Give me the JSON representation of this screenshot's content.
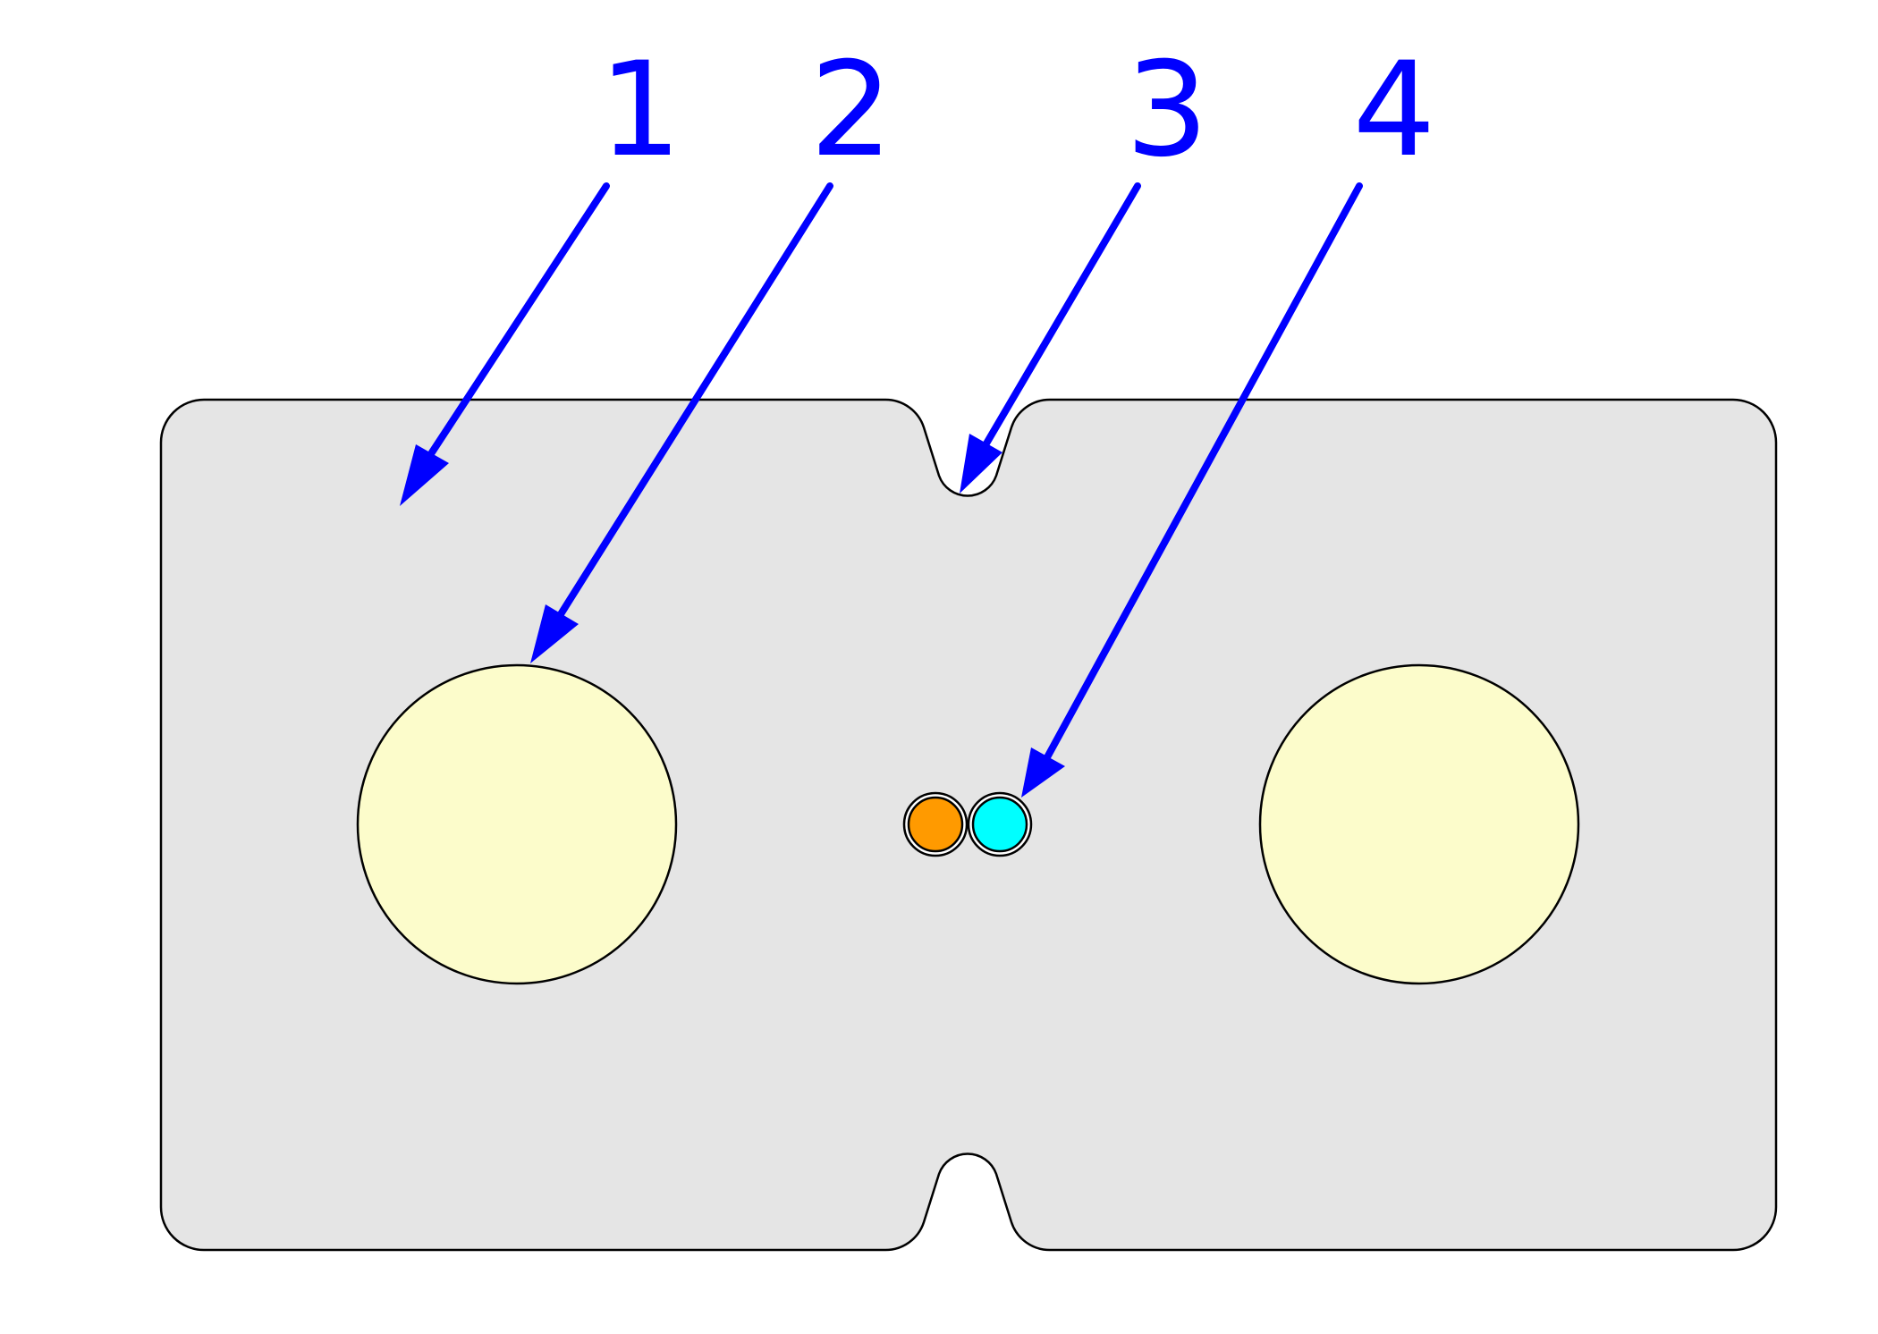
{
  "colors": {
    "background": "#ffffff",
    "cable_body": "#e5e5e5",
    "outline": "#000000",
    "strength_member": "#fcfccb",
    "fiber_orange": "#ff9a00",
    "fiber_cyan": "#00ffff",
    "annotation": "#0000ff"
  },
  "callouts": [
    {
      "label": "1"
    },
    {
      "label": "2"
    },
    {
      "label": "3"
    },
    {
      "label": "4"
    }
  ]
}
